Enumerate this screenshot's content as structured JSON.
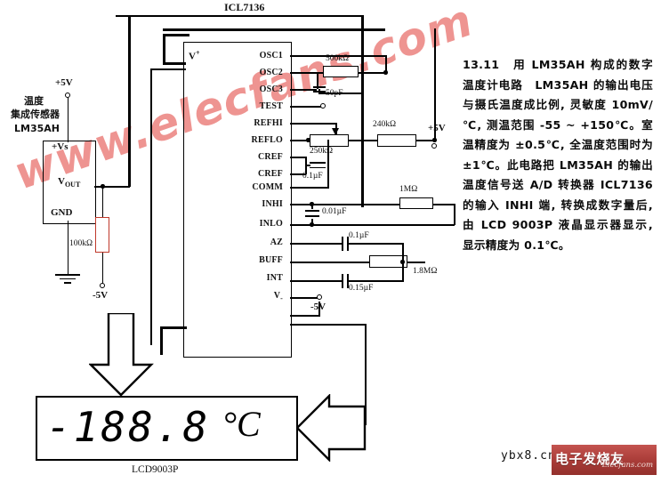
{
  "figure": {
    "ic_label": "ICL7136",
    "lcd_label": "LCD9003P",
    "sensor_title_line1": "温度",
    "sensor_title_line2": "集成传感器",
    "sensor_title_line3": "LM35AH",
    "sensor_pins": {
      "vs": "+Vs",
      "vout_main": "V",
      "vout_sub": "OUT",
      "gnd": "GND"
    },
    "supplies": {
      "pos5_top": "+5V",
      "neg5_sensor": "-5V",
      "pos5_ref": "+5V",
      "neg5_ic": "-5V"
    },
    "ic_pin_vplus": "V",
    "ic_pins": [
      "OSC1",
      "OSC2",
      "OSC3",
      "TEST",
      "REFHI",
      "REFLO",
      "CREF",
      "CREF",
      "COMM",
      "INHI",
      "INLO",
      "AZ",
      "BUFF",
      "INT",
      "V"
    ],
    "components": {
      "r_sensor": "100kΩ",
      "r_osc": "500kΩ",
      "c_osc": "50pF",
      "r_ref_250k": "250kΩ",
      "r_ref_240k": "240kΩ",
      "c_cref": "0.1µF",
      "c_in": "0.01µF",
      "r_in_1m": "1MΩ",
      "c_az": "0.1µF",
      "r_buff_18m": "1.8MΩ",
      "c_int": "0.15µF"
    },
    "lcd_readout": "-188.8",
    "lcd_unit": "°C"
  },
  "article": {
    "text": "13.11　用 LM35AH 构成的数字温度计电路　LM35AH 的输出电压与摄氏温度成比例, 灵敏度 10mV/℃, 测温范围 -55 ~ +150℃。室温精度为 ±0.5℃, 全温度范围时为 ±1℃。此电路把 LM35AH 的输出温度信号送 A/D 转换器 ICL7136 的输入 INHI 端, 转换成数字量后, 由 LCD 9003P 液晶显示器显示, 显示精度为 0.1℃。"
  },
  "watermark": {
    "text": "www.elecfans.com"
  },
  "footer": {
    "site": "ybx8.cn",
    "logo_cn": "电子发烧友",
    "logo_en": "Elecfans.com"
  },
  "colors": {
    "ink": "#000000",
    "watermark_red": "#e03c37",
    "logo_red": "#a83b37"
  }
}
